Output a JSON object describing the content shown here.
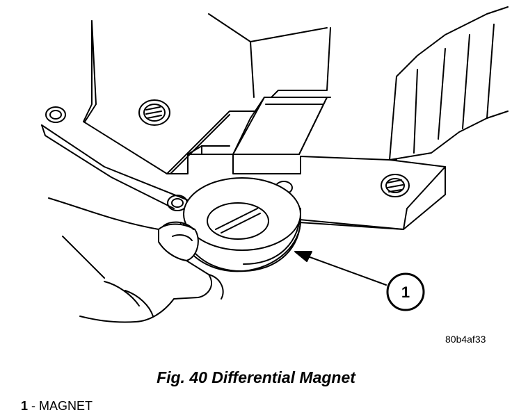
{
  "figure": {
    "reference_code": "80b4af33",
    "caption": "Fig. 40 Differential Magnet",
    "callout": {
      "number": "1"
    },
    "legend": [
      {
        "number": "1",
        "separator": " - ",
        "label": "MAGNET"
      }
    ]
  }
}
